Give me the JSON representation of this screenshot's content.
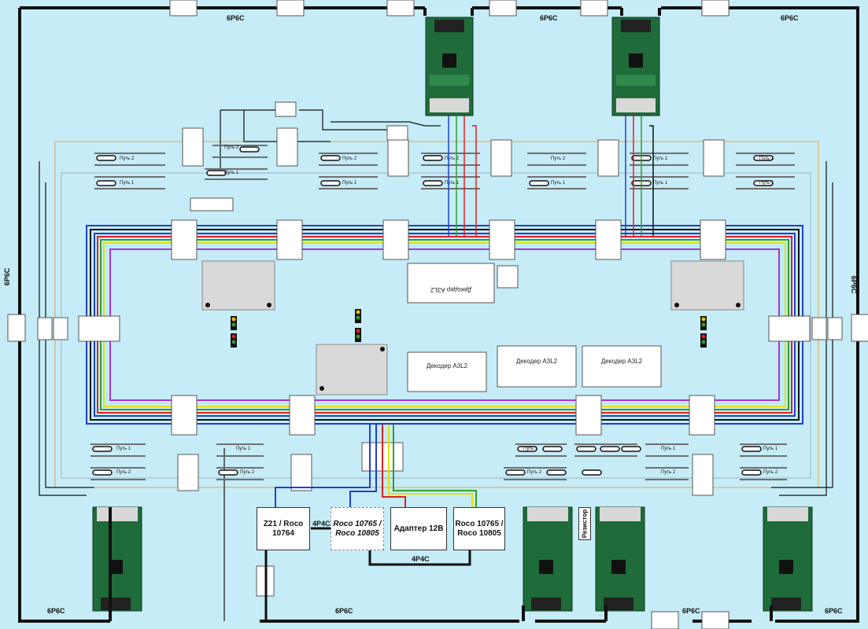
{
  "cable_labels": {
    "top_left": "6P6C",
    "top_middle": "6P6C",
    "top_right": "6P6C",
    "left_side": "6P6C",
    "right_side": "6P6C",
    "bottom_left": "6P6C",
    "bottom_middle": "6P6C",
    "bottom_right_1": "6P6C",
    "bottom_right_2": "6P6C",
    "link_4p4c_1": "4P4C",
    "link_4p4c_2": "4P4C"
  },
  "track_labels": {
    "path1": "Путь 1",
    "path2": "Путь 2"
  },
  "decoders": {
    "center_top": "Декодер А3L2",
    "center_mid": "Декодер А3L2",
    "right_a": "Декодер А3L2",
    "right_b": "Декодер А3L2"
  },
  "devices": {
    "z21": "Z21 / Roco 10764",
    "roco_dashed": "Roco 10765 / Roco 10805",
    "adapter": "Адаптер 12В",
    "roco_right": "Roco 10765 / Roco 10805",
    "resistor": "Резистор"
  },
  "colors": {
    "background": "#c6ecf8",
    "wire_black": "#111111",
    "wire_blue": "#1f3fd0",
    "wire_red": "#e02020",
    "wire_green": "#2ea02e",
    "wire_yellow": "#e8e000",
    "wire_purple": "#b030d0",
    "wire_orange": "#f0a040",
    "board_green": "#1f6b3a"
  }
}
